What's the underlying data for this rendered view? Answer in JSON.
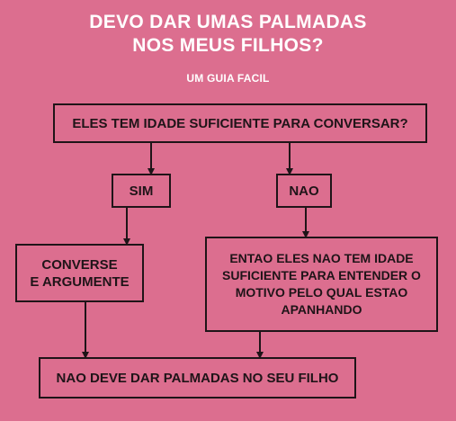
{
  "title_lines": [
    "DEVO DAR UMAS PALMADAS",
    "NOS MEUS FILHOS?"
  ],
  "subtitle": "UM GUIA FACIL",
  "nodes": {
    "question": "ELES TEM IDADE SUFICIENTE PARA CONVERSAR?",
    "yes": "SIM",
    "no": "NAO",
    "talk": [
      "CONVERSE",
      "E ARGUMENTE"
    ],
    "no_age": [
      "ENTAO ELES NAO TEM IDADE",
      "SUFICIENTE PARA ENTENDER O",
      "MOTIVO PELO QUAL ESTAO",
      "APANHANDO"
    ],
    "conclusion": "NAO DEVE DAR PALMADAS NO SEU FILHO"
  },
  "colors": {
    "background": "#dc6e8f",
    "ink": "#1f1418",
    "title": "#ffffff"
  }
}
